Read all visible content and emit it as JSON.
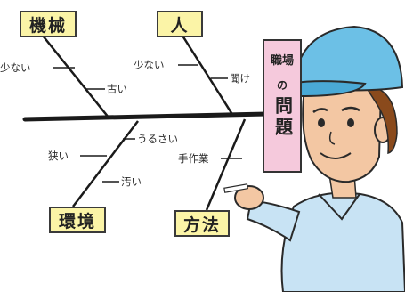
{
  "categories": {
    "machine": "機械",
    "people": "人",
    "environment": "環境",
    "method": "方法"
  },
  "branch_labels": {
    "few_left": "少ない",
    "old": "古い",
    "few_people": "少ない",
    "excuse": "聞け",
    "noisy": "うるさい",
    "narrow": "狭い",
    "dirty": "汚い",
    "procedure": "手作業"
  },
  "problem": {
    "prefix": "職場",
    "particle": "の",
    "title": "問題"
  }
}
